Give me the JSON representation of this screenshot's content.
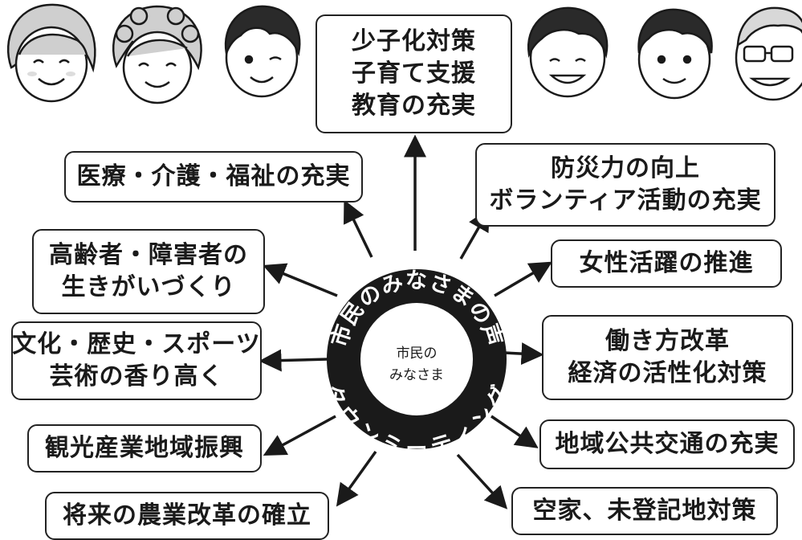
{
  "center": {
    "ring_top_text": "市民のみなさまの声",
    "ring_bottom_text": "タウンミーティング",
    "inner_line1": "市民の",
    "inner_line2": "みなさま"
  },
  "topics": {
    "children": {
      "lines": [
        "少子化対策",
        "子育て支援",
        "教育の充実"
      ]
    },
    "medical": {
      "lines": [
        "医療・介護・福祉の充実"
      ]
    },
    "disaster": {
      "lines": [
        "防災力の向上",
        "ボランティア活動の充実"
      ]
    },
    "elderly": {
      "lines": [
        "高齢者・障害者の",
        "生きがいづくり"
      ]
    },
    "women": {
      "lines": [
        "女性活躍の推進"
      ]
    },
    "culture": {
      "lines": [
        "文化・歴史・スポーツ",
        "芸術の香り高く"
      ]
    },
    "work": {
      "lines": [
        "働き方改革",
        "経済の活性化対策"
      ]
    },
    "tourism": {
      "lines": [
        "観光産業地域振興"
      ]
    },
    "transport": {
      "lines": [
        "地域公共交通の充実"
      ]
    },
    "agriculture": {
      "lines": [
        "将来の農業改革の確立"
      ]
    },
    "vacant_houses": {
      "lines": [
        "空家、未登記地対策"
      ]
    }
  },
  "people": [
    {
      "icon": "woman-smiling-face-icon"
    },
    {
      "icon": "woman-curly-hair-face-icon"
    },
    {
      "icon": "boy-winking-face-icon"
    },
    {
      "icon": "young-man-smiling-face-icon"
    },
    {
      "icon": "man-face-icon"
    },
    {
      "icon": "elderly-man-glasses-face-icon"
    }
  ],
  "colors": {
    "ring": "#1a1a1a",
    "ring_text": "#ffffff",
    "line": "#1a1a1a",
    "box_border": "#222222",
    "box_fill": "#ffffff"
  }
}
